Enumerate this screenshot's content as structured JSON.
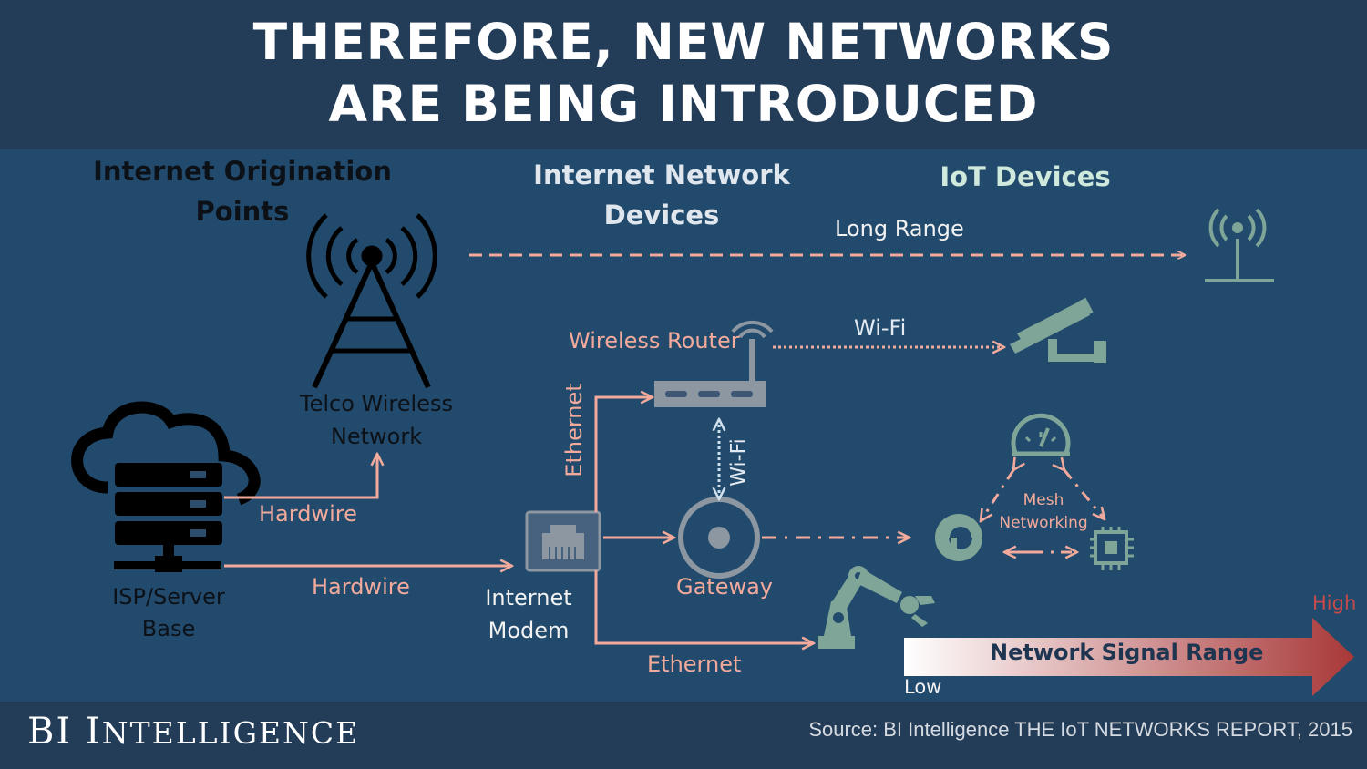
{
  "header": {
    "title_line1": "THEREFORE, NEW NETWORKS",
    "title_line2": "ARE BEING INTRODUCED"
  },
  "columns": {
    "origination_line1": "Internet Origination",
    "origination_line2": "Points",
    "network_line1": "Internet Network",
    "network_line2": "Devices",
    "iot": "IoT Devices"
  },
  "nodes": {
    "telco_line1": "Telco Wireless",
    "telco_line2": "Network",
    "isp_line1": "ISP/Server",
    "isp_line2": "Base",
    "modem_line1": "Internet",
    "modem_line2": "Modem",
    "router": "Wireless Router",
    "gateway": "Gateway",
    "mesh_line1": "Mesh",
    "mesh_line2": "Networking"
  },
  "links": {
    "long_range": "Long Range",
    "wifi_router": "Wi-Fi",
    "wifi_vertical": "Wi-Fi",
    "ethernet_vertical": "Ethernet",
    "ethernet_bottom": "Ethernet",
    "hardwire_telco": "Hardwire",
    "hardwire_modem": "Hardwire"
  },
  "range_scale": {
    "label": "Network Signal Range",
    "low": "Low",
    "high": "High"
  },
  "footer": {
    "brand_prefix": "BI",
    "brand_initial": "I",
    "brand_rest": "NTELLIGENCE",
    "source": "Source: BI Intelligence THE IoT NETWORKS REPORT, 2015"
  },
  "colors": {
    "background": "#224a6c",
    "header": "#233c58",
    "accent_pink": "#f2aa9c",
    "iot_teal": "#7fa598",
    "router_gray": "#8d97a1",
    "range_end": "#a83838"
  }
}
